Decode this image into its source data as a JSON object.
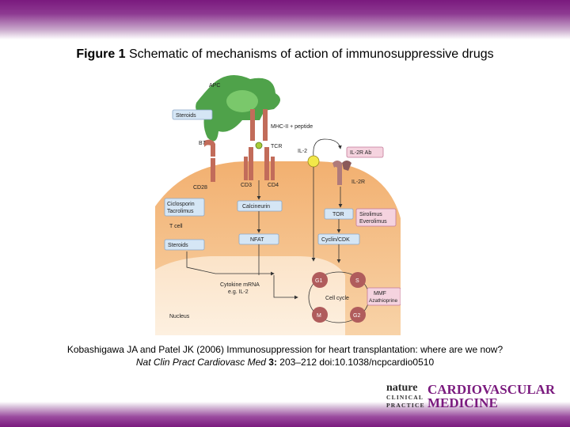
{
  "title": {
    "bold": "Figure 1",
    "rest": " Schematic of mechanisms of action of immunosuppressive drugs"
  },
  "figure": {
    "apc": "APC",
    "steroids_top": "Steroids",
    "mhc": "MHC-II + peptide",
    "b7": "B7",
    "tcr": "TCR",
    "il2": "IL-2",
    "il2r_ab": "IL-2R Ab",
    "cd28": "CD28",
    "cd3": "CD3",
    "cd4": "CD4",
    "il2r": "IL-2R",
    "ciclosporin": "Ciclosporin",
    "tacrolimus": "Tacrolimus",
    "calcineurin": "Calcineurin",
    "tor": "TOR",
    "sirolimus": "Sirolimus",
    "everolimus": "Everolimus",
    "tcell": "T cell",
    "nfat": "NFAT",
    "cyclin": "Cyclin/CDK",
    "steroids_mid": "Steroids",
    "cytokine1": "Cytokine mRNA",
    "cytokine2": "e.g. IL-2",
    "g1": "G1",
    "s": "S",
    "cellcycle": "Cell cycle",
    "m": "M",
    "g2": "G2",
    "mmf": "MMF",
    "azathioprine": "Azathioprine",
    "nucleus": "Nucleus"
  },
  "caption": {
    "line1": "Kobashigawa JA and Patel JK (2006) Immunosuppression for heart transplantation: where are we now?",
    "journal_italic": "Nat Clin Pract Cardiovasc Med",
    "volume": " 3:",
    "pages": " 203–212 doi:10.1038/ncpcardio0510"
  },
  "logo": {
    "nature": "nature",
    "clinical": "CLINICAL",
    "practice": "PRACTICE",
    "cardio1": "CARDIOVASCULAR",
    "cardio2": "MEDICINE"
  }
}
